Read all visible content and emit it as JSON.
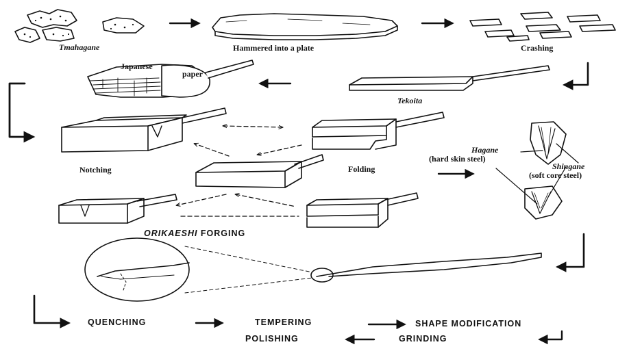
{
  "labels": {
    "tamahagane": "Tmahagane",
    "hammered": "Hammered into a plate",
    "crashing": "Crashing",
    "japanese": "Japanese",
    "paper": "paper",
    "tekoita": "Tekoita",
    "notching": "Notching",
    "folding": "Folding",
    "hagane": "Hagane",
    "hagane_sub": "(hard skin steel)",
    "shingane": "Shingane",
    "shingane_sub": "(soft core steel)",
    "orikaeshi": "ORIKAESHI",
    "forging": " FORGING",
    "quenching": "QUENCHING",
    "tempering": "TEMPERING",
    "shape_modification": "SHAPE MODIFICATION",
    "polishing": "POLISHING",
    "grinding": "GRINDING"
  }
}
